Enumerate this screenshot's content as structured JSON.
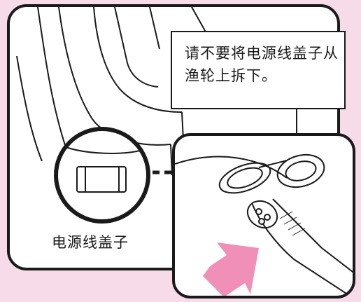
{
  "callout": {
    "text": "请不要将电源线盖子从渔轮上拆下。"
  },
  "labels": {
    "power_cable_cap": "电源线盖子"
  },
  "colors": {
    "background": "#f7dbe8",
    "arrow": "#f08fb8",
    "line": "#1a1a1a"
  },
  "icons": {
    "pointer_arrow": "dashed-arrow-right",
    "insert_arrow": "pink-arrow-up-right"
  }
}
